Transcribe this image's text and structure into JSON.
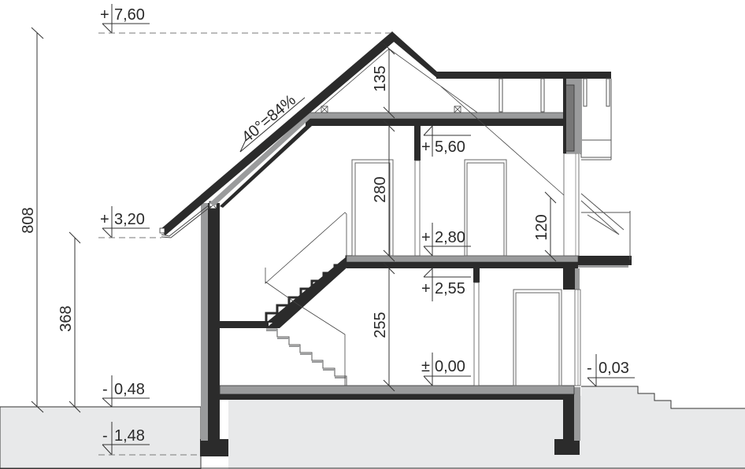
{
  "drawing": {
    "type": "architectural-section",
    "colors": {
      "background": "#ffffff",
      "ground": "#e8e9ea",
      "structure_dark": "#2b2b2b",
      "structure_gray": "#9a9b9c",
      "line": "#333333",
      "dashed": "#7a7a7a"
    },
    "levels": [
      {
        "id": "ridge",
        "sign": "+",
        "value": "7,60"
      },
      {
        "id": "attic",
        "sign": "+",
        "value": "5,60"
      },
      {
        "id": "eaves",
        "sign": "+",
        "value": "3,20"
      },
      {
        "id": "first-floor",
        "sign": "+",
        "value": "2,80"
      },
      {
        "id": "ground-ceiling",
        "sign": "+",
        "value": "2,55"
      },
      {
        "id": "ground-floor",
        "sign": "±",
        "value": "0,00"
      },
      {
        "id": "terrace",
        "sign": "-",
        "value": "0,03"
      },
      {
        "id": "grade",
        "sign": "-",
        "value": "0,48"
      },
      {
        "id": "foundation",
        "sign": "-",
        "value": "1,48"
      }
    ],
    "dimensions": {
      "total_height": "808",
      "eaves_height": "368",
      "attic_height": "135",
      "first_floor_height": "280",
      "ground_floor_height": "255",
      "knee_wall": "120"
    },
    "roof_slope": "40°=84%"
  }
}
